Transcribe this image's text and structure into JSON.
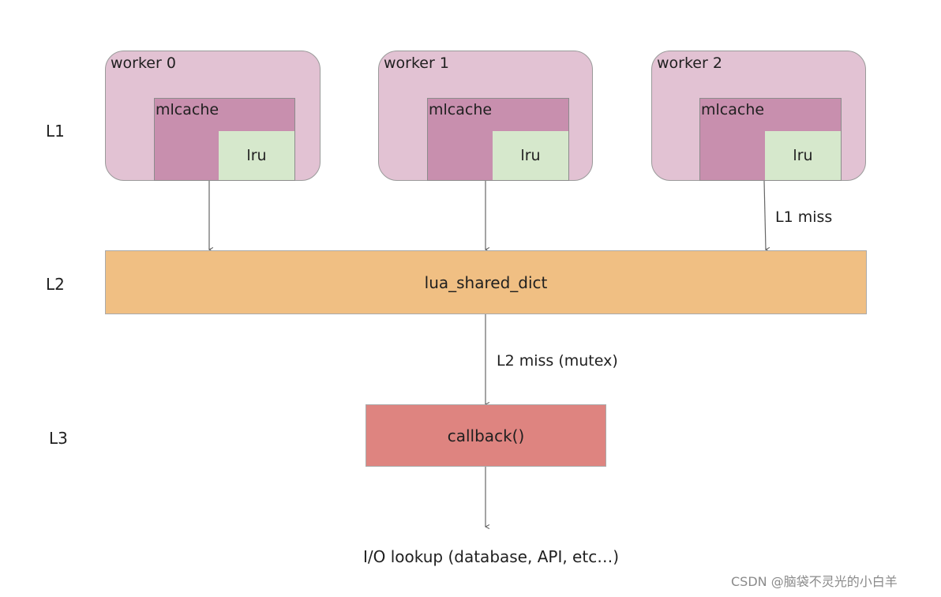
{
  "levels": [
    "L1",
    "L2",
    "L3"
  ],
  "workers": [
    {
      "title": "worker 0",
      "mlcache": "mlcache",
      "lru": "lru"
    },
    {
      "title": "worker 1",
      "mlcache": "mlcache",
      "lru": "lru"
    },
    {
      "title": "worker 2",
      "mlcache": "mlcache",
      "lru": "lru"
    }
  ],
  "shared_dict": "lua_shared_dict",
  "callback": "callback()",
  "edges": {
    "l1_miss": "L1 miss",
    "l2_miss": "L2 miss (mutex)"
  },
  "io_lookup": "I/O lookup (database, API, etc…)",
  "watermark": "CSDN @脑袋不灵光的小白羊",
  "colors": {
    "worker": "#e2c2d3",
    "mlcache": "#c88fae",
    "lru": "#d6e8cc",
    "shared_dict": "#f0bf83",
    "callback": "#de8480"
  }
}
